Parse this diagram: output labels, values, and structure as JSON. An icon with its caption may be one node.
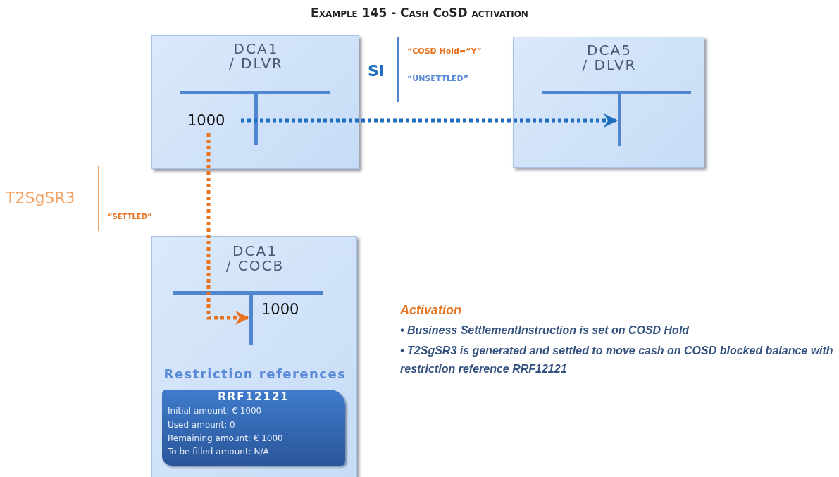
{
  "diagram": {
    "title": "Example 145 - Cash CoSD activation",
    "nodes": [
      {
        "text": [
          "DCA1 / DLVR"
        ]
      },
      {
        "text": [
          "1000"
        ],
        "in": 0
      },
      {
        "text": [
          "DCA5 / DLVR"
        ]
      },
      {
        "text": [],
        "shape": "bar",
        "in": 2
      },
      {
        "text": [
          "DCA1 / COCB",
          "1000",
          "Restriction references"
        ]
      },
      {
        "text": [],
        "shape": "bar",
        "in": 4
      },
      {
        "text": [
          "RRF12121",
          "Initial amount: € 1000",
          "Used amount: 0",
          "Remaining amount: € 1000",
          "To be filled amount: N/A"
        ],
        "in": 4
      }
    ],
    "edges": [
      {
        "from": 1,
        "to": 3,
        "arrow": "to",
        "style": "dashed",
        "color": "#1f6fc0"
      },
      {
        "from": 1,
        "to": 5,
        "arrow": "to",
        "style": "dashed",
        "color": "#e8731f"
      }
    ],
    "labels": [
      "SI",
      "T2SgSR3",
      "“COSD Hold=“Y”",
      "“UNSETTLED”",
      "“SETTLED”",
      "Activation",
      "• Business SettlementInstruction is set on COSD Hold",
      "• T2SgSR3 is generated and settled to move cash on COSD blocked balance with restriction reference RRF12121"
    ]
  }
}
